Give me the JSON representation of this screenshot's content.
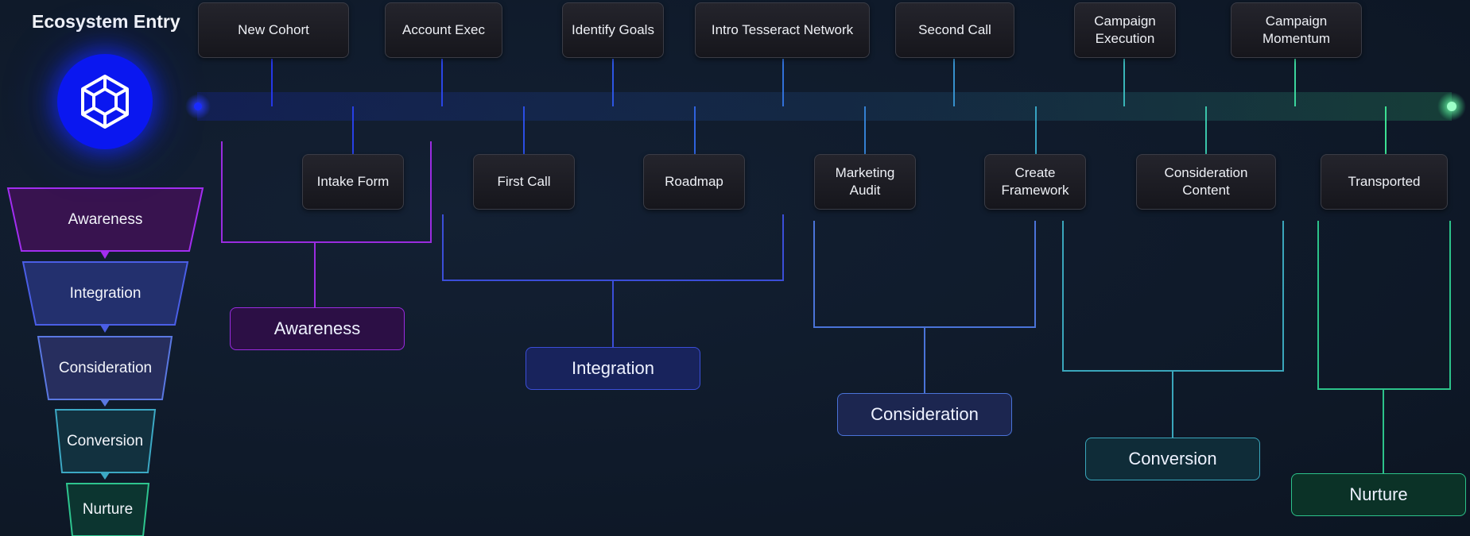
{
  "header": {
    "title": "Ecosystem Entry",
    "logo_icon": "cube-icon"
  },
  "colors": {
    "awareness": "#9a2ce0",
    "integration": "#3b4ed8",
    "consideration": "#4a73d8",
    "conversion": "#3aa6bb",
    "nurture": "#2cc28a",
    "timeline_start": "#1a2cff",
    "timeline_end": "#3ef08a"
  },
  "funnel": [
    {
      "label": "Awareness"
    },
    {
      "label": "Integration"
    },
    {
      "label": "Consideration"
    },
    {
      "label": "Conversion"
    },
    {
      "label": "Nurture"
    }
  ],
  "steps_top": [
    {
      "label": "New Cohort"
    },
    {
      "label": "Account Exec"
    },
    {
      "label": "Identify Goals"
    },
    {
      "label": "Intro Tesseract Network"
    },
    {
      "label": "Second Call"
    },
    {
      "label": "Campaign\nExecution"
    },
    {
      "label": "Campaign\nMomentum"
    }
  ],
  "steps_bottom": [
    {
      "label": "Intake Form"
    },
    {
      "label": "First Call"
    },
    {
      "label": "Roadmap"
    },
    {
      "label": "Marketing\nAudit"
    },
    {
      "label": "Create\nFramework"
    },
    {
      "label": "Consideration\nContent"
    },
    {
      "label": "Transported"
    }
  ],
  "stages": [
    {
      "label": "Awareness"
    },
    {
      "label": "Integration"
    },
    {
      "label": "Consideration"
    },
    {
      "label": "Conversion"
    },
    {
      "label": "Nurture"
    }
  ]
}
